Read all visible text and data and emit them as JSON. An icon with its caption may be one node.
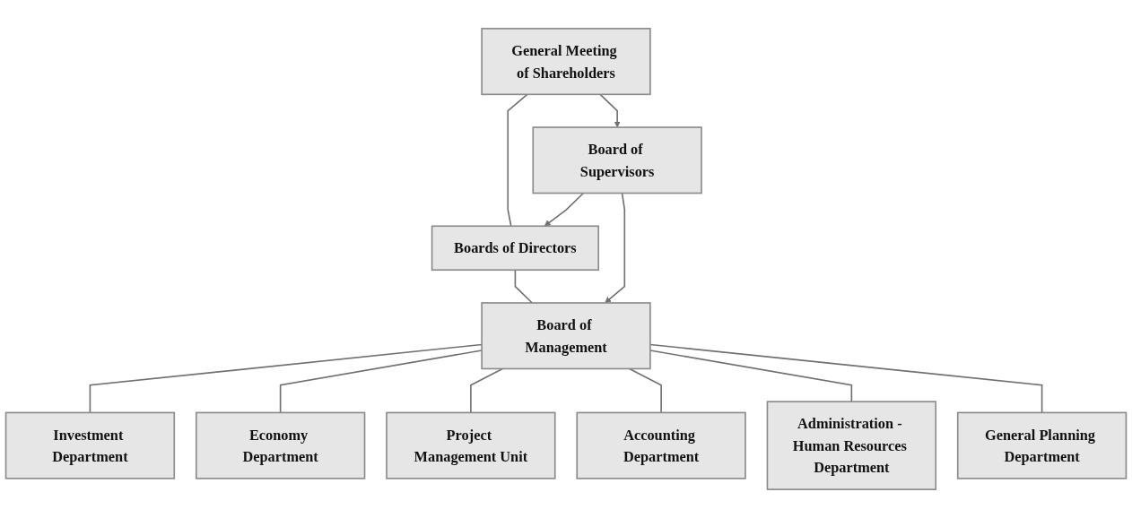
{
  "diagram": {
    "nodes": [
      {
        "text": [
          "General Meeting of Shareholders"
        ]
      },
      {
        "text": [
          "Boards of Directors"
        ]
      },
      {
        "text": [
          "Board of Supervisors"
        ]
      },
      {
        "text": [
          "Board of Management"
        ]
      },
      {
        "text": [
          "Investment Department"
        ]
      },
      {
        "text": [
          "Economy Department"
        ]
      },
      {
        "text": [
          "Project Management Unit"
        ]
      },
      {
        "text": [
          "Accounting Department"
        ]
      },
      {
        "text": [
          "Administration - Human Resources Department"
        ]
      },
      {
        "text": [
          "General Planning Department"
        ]
      }
    ],
    "edges": [
      {
        "from": 0,
        "to": 1,
        "arrow": "none"
      },
      {
        "from": 0,
        "to": 2,
        "arrow": "to"
      },
      {
        "from": 2,
        "to": 1,
        "arrow": "to"
      },
      {
        "from": 1,
        "to": 3,
        "arrow": "none"
      },
      {
        "from": 2,
        "to": 3,
        "arrow": "to"
      },
      {
        "from": 3,
        "to": 4,
        "arrow": "none"
      },
      {
        "from": 3,
        "to": 5,
        "arrow": "none"
      },
      {
        "from": 3,
        "to": 6,
        "arrow": "none"
      },
      {
        "from": 3,
        "to": 7,
        "arrow": "none"
      },
      {
        "from": 3,
        "to": 8,
        "arrow": "none"
      },
      {
        "from": 3,
        "to": 9,
        "arrow": "none"
      }
    ]
  }
}
